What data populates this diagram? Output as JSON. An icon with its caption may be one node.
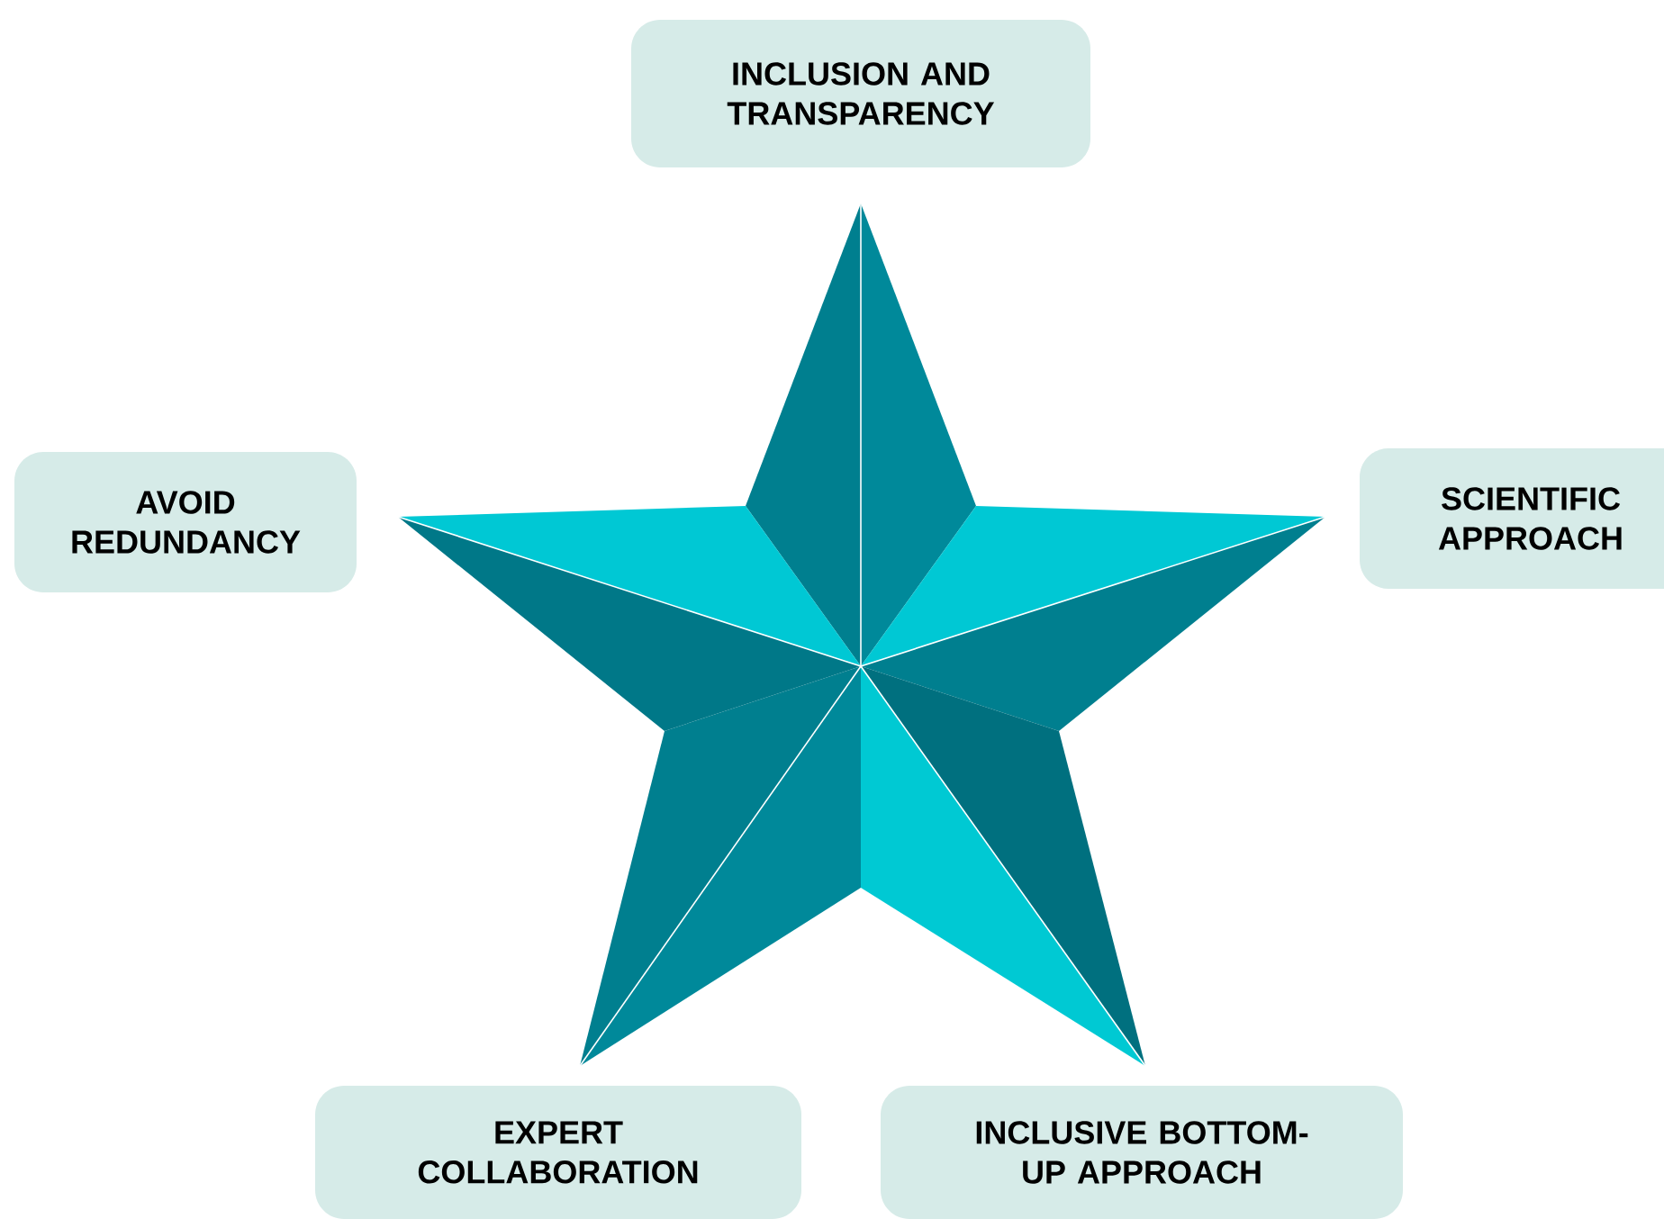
{
  "diagram": {
    "nodes": [
      {
        "text": [
          "INCLUSION AND TRANSPARENCY"
        ]
      },
      {
        "text": [
          "AVOID REDUNDANCY"
        ]
      },
      {
        "text": [
          "SCIENTIFIC APPROACH"
        ]
      },
      {
        "text": [
          "EXPERT COLLABORATION"
        ]
      },
      {
        "text": [
          "INCLUSIVE BOTTOM- UP APPROACH"
        ]
      }
    ]
  }
}
